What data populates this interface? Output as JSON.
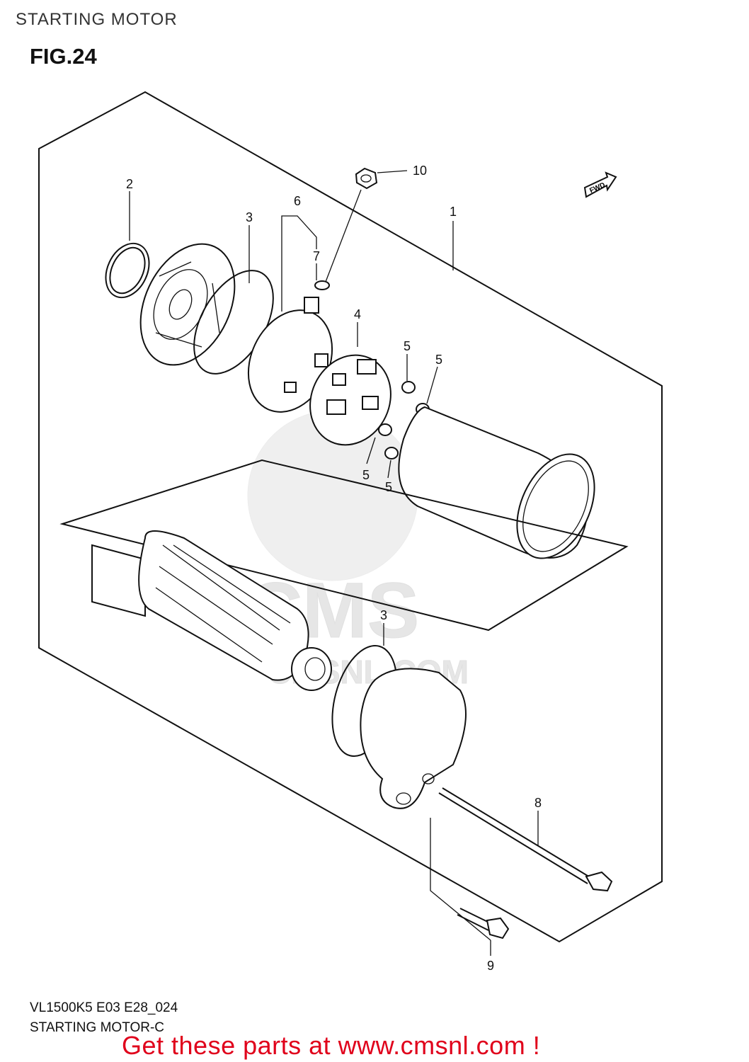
{
  "header": {
    "title": "STARTING MOTOR",
    "figure": "FIG.24"
  },
  "footer": {
    "model_code": "VL1500K5 E03 E28_024",
    "subtitle": "STARTING MOTOR-C",
    "cta": "Get these parts at www.cmsnl.com !"
  },
  "watermark": {
    "brand": "CMS",
    "domain": "CMSNL.COM"
  },
  "direction_tag": "FWD",
  "callouts": {
    "c1": "1",
    "c2": "2",
    "c3a": "3",
    "c3b": "3",
    "c4": "4",
    "c5a": "5",
    "c5b": "5",
    "c5c": "5",
    "c5d": "5",
    "c6": "6",
    "c7": "7",
    "c8": "8",
    "c9": "9",
    "c10": "10"
  },
  "colors": {
    "cta": "#e0001b",
    "lines": "#111111",
    "watermark": "#e6e6e6"
  }
}
